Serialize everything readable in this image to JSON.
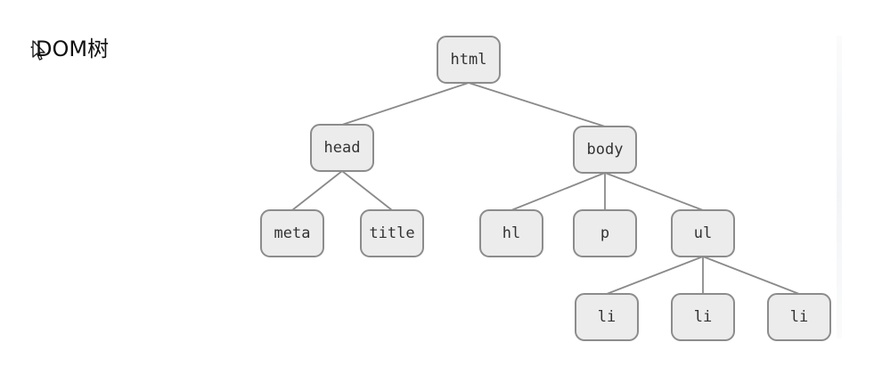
{
  "header": {
    "title": "DOM树"
  },
  "icons": {
    "cursor": "cursor-arrow-icon"
  },
  "tree": {
    "nodes": [
      {
        "id": "html",
        "label": "html",
        "parent": null
      },
      {
        "id": "head",
        "label": "head",
        "parent": "html"
      },
      {
        "id": "body",
        "label": "body",
        "parent": "html"
      },
      {
        "id": "meta",
        "label": "meta",
        "parent": "head"
      },
      {
        "id": "title",
        "label": "title",
        "parent": "head"
      },
      {
        "id": "h1",
        "label": "hl",
        "parent": "body"
      },
      {
        "id": "p",
        "label": "p",
        "parent": "body"
      },
      {
        "id": "ul",
        "label": "ul",
        "parent": "body"
      },
      {
        "id": "li1",
        "label": "li",
        "parent": "ul"
      },
      {
        "id": "li2",
        "label": "li",
        "parent": "ul"
      },
      {
        "id": "li3",
        "label": "li",
        "parent": "ul"
      }
    ]
  },
  "colors": {
    "node_fill": "#ececec",
    "node_border": "#8c8c8c",
    "edge": "#8a8a8a",
    "text": "#333333"
  }
}
